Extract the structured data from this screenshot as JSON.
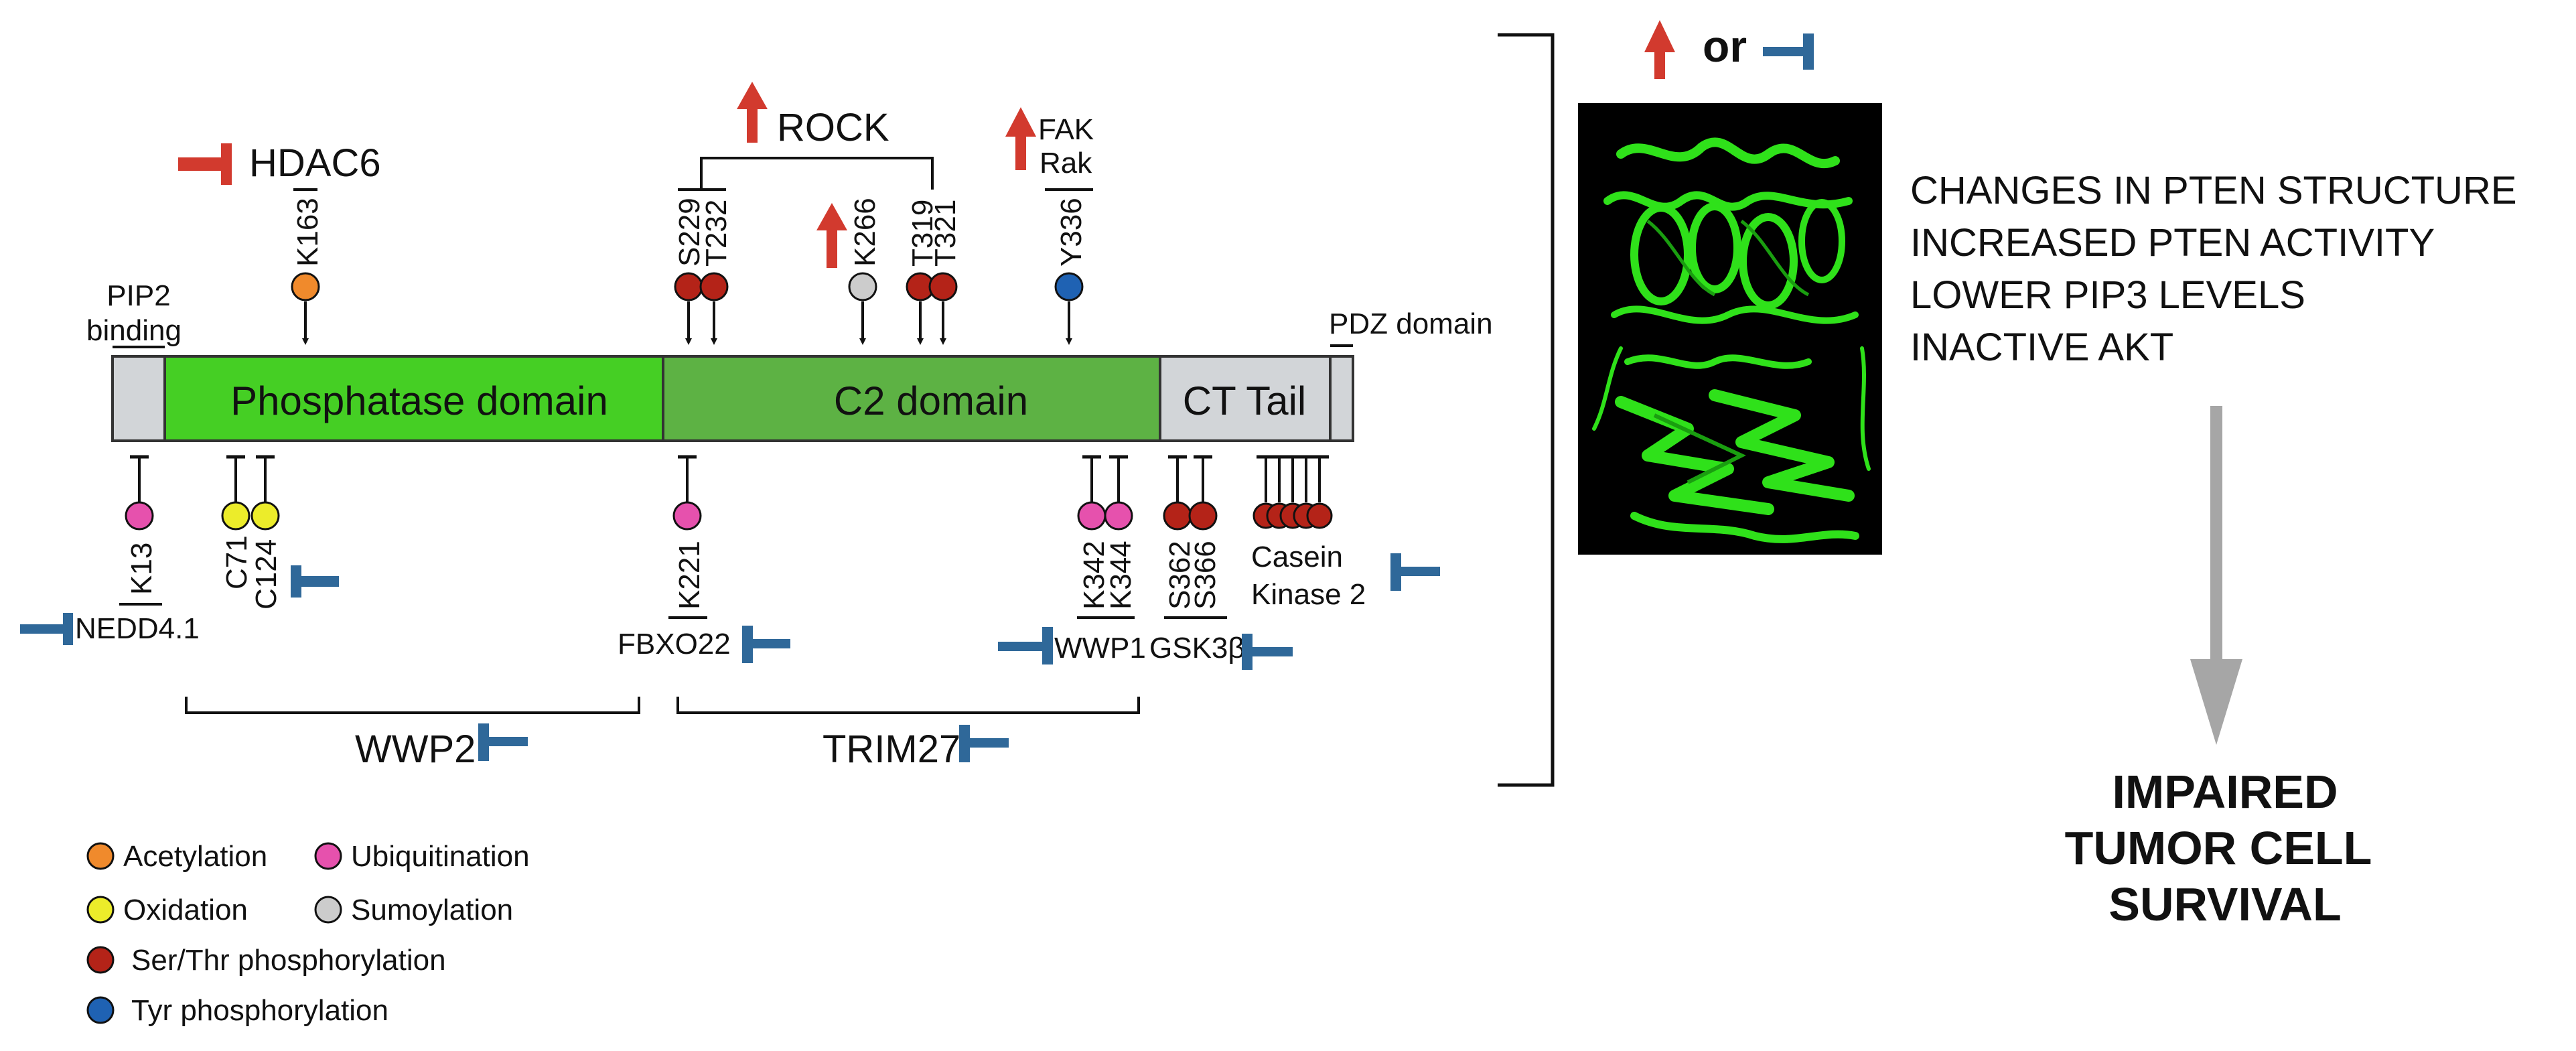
{
  "colors": {
    "acetylation": "#F08A2C",
    "ubiquitination": "#E651AD",
    "oxidation": "#ECEC2A",
    "sumoylation": "#CCCCCC",
    "ser_thr": "#B42318",
    "tyr": "#1F62B3",
    "activate": "#D23A2E",
    "inhibit_blue": "#2F6899",
    "inhibit_red": "#D23A2E",
    "phosphatase": "#45CF24",
    "c2": "#5DB244",
    "ct_tail": "#D2D5D8",
    "protein_green": "#2FE11A"
  },
  "domains": {
    "phosphatase": "Phosphatase domain",
    "c2": "C2 domain",
    "ct_tail": "CT Tail",
    "pip2": "PIP2",
    "pip2_2": "binding",
    "pdz": "PDZ domain"
  },
  "sites_top": [
    "K163",
    "S229",
    "T232",
    "K266",
    "T319",
    "T321",
    "Y336"
  ],
  "sites_bottom": [
    "K13",
    "C71",
    "C124",
    "K221",
    "K342",
    "K344",
    "S362",
    "S366"
  ],
  "casein": [
    "Casein",
    "Kinase 2"
  ],
  "regulators": {
    "hdac6": "HDAC6",
    "rock": "ROCK",
    "fak": "FAK",
    "rak": "Rak",
    "nedd": "NEDD4.1",
    "fbxo22": "FBXO22",
    "wwp1": "WWP1",
    "gsk3b": "GSK3β",
    "wwp2": "WWP2",
    "trim27": "TRIM27"
  },
  "legend": [
    {
      "label": "Acetylation",
      "key": "acetylation"
    },
    {
      "label": "Ubiquitination",
      "key": "ubiquitination"
    },
    {
      "label": "Oxidation",
      "key": "oxidation"
    },
    {
      "label": "Sumoylation",
      "key": "sumoylation"
    },
    {
      "label": "Ser/Thr phosphorylation",
      "key": "ser_thr"
    },
    {
      "label": "Tyr phosphorylation",
      "key": "tyr"
    }
  ],
  "or_text": "or",
  "effects": [
    "CHANGES IN PTEN STRUCTURE",
    "INCREASED PTEN ACTIVITY",
    "LOWER PIP3 LEVELS",
    "INACTIVE AKT"
  ],
  "outcome": [
    "IMPAIRED",
    "TUMOR CELL",
    "SURVIVAL"
  ]
}
